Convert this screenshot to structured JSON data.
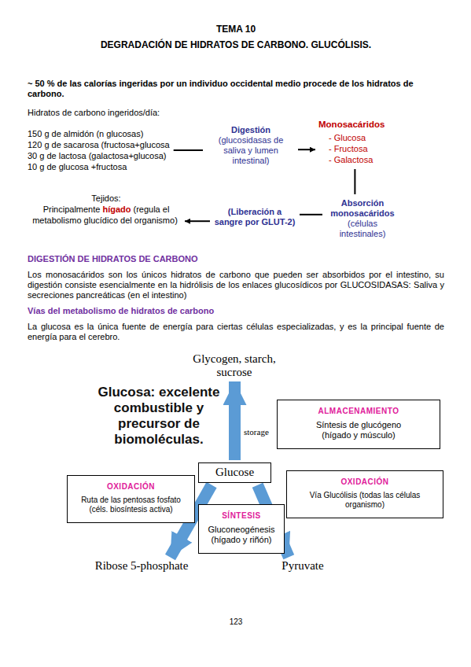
{
  "diagram": {
    "title": "TEMA 10",
    "nodes": [
      {
        "text": [
          "150 g de almidón (n glucosas)",
          "120 g de sacarosa (fructosa+glucosa",
          "30 g de lactosa (galactosa+glucosa)",
          "10 g de glucosa +fructosa"
        ]
      },
      {
        "text": [
          "Digestión",
          "(glucosidasas de saliva y lumen intestinal)"
        ]
      },
      {
        "text": [
          "Monosacáridos",
          "- Glucosa",
          "- Fructosa",
          "- Galactosa"
        ]
      },
      {
        "text": [
          "Absorción monosacáridos",
          "(células intestinales)"
        ]
      },
      {
        "text": [
          "(Liberación a sangre por GLUT-2)"
        ]
      },
      {
        "text": [
          "Tejidos:",
          "Principalmente",
          "hígado",
          "(regula el metabolismo glucídico del organismo)"
        ]
      },
      {
        "text": [
          "Glycogen, starch, sucrose"
        ]
      },
      {
        "text": [
          "ALMACENAMIENTO",
          "Síntesis de glucógeno (hígado y músculo)"
        ]
      },
      {
        "text": [
          "OXIDACIÓN",
          "Ruta de las pentosas fosfato (céls. biosíntesis activa)"
        ]
      },
      {
        "text": [
          "Glucose"
        ]
      },
      {
        "text": [
          "OXIDACIÓN",
          "Vía Glucólisis (todas las células organismo)"
        ]
      },
      {
        "text": [
          "SÍNTESIS",
          "Gluconeogénesis (hígado y riñón)"
        ]
      },
      {
        "text": [
          "Ribose 5-phosphate"
        ]
      },
      {
        "text": [
          "Pyruvate"
        ]
      }
    ],
    "edges": [
      {
        "from": 0,
        "to": 1,
        "arrow": "none"
      },
      {
        "from": 1,
        "to": 2,
        "arrow": "to"
      },
      {
        "from": 2,
        "to": 3,
        "arrow": "none"
      },
      {
        "from": 3,
        "to": 4,
        "arrow": "none"
      },
      {
        "from": 4,
        "to": 5,
        "arrow": "to"
      },
      {
        "from": 9,
        "to": 6,
        "arrow": "to"
      },
      {
        "from": 9,
        "to": 12,
        "arrow": "to"
      },
      {
        "from": 9,
        "to": 13,
        "arrow": "to"
      }
    ],
    "labels": [
      "DEGRADACIÓN DE HIDRATOS DE CARBONO. GLUCÓLISIS.",
      "~ 50 % de las calorías ingeridas por un individuo occidental medio procede de los hidratos de carbono.",
      "Hidratos de carbono ingeridos/día:",
      "DIGESTIÓN DE HIDRATOS DE CARBONO",
      "Los monosacáridos son los únicos hidratos de carbono que pueden ser absorbidos por el intestino, su digestión consiste esencialmente en la hidrólisis de los enlaces glucosídicos por GLUCOSIDASAS: Saliva y secreciones pancreáticas (en el intestino)",
      "Vías del metabolismo de hidratos de carbono",
      "La glucosa es la única fuente de energía para ciertas células especializadas, y es la principal fuente de energía para el cerebro.",
      "Glucosa: excelente combustible y precursor de biomoléculas.",
      "storage",
      "123"
    ]
  }
}
